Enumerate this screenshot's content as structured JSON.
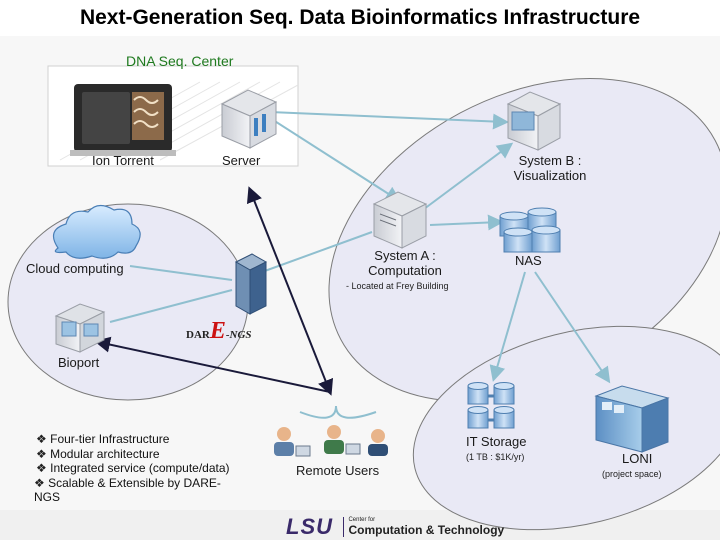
{
  "title": "Next-Generation Seq. Data Bioinformatics Infrastructure",
  "labels": {
    "dna_center": "DNA Seq. Center",
    "ion_torrent": "Ion Torrent",
    "server": "Server",
    "system_b_line1": "System B :",
    "system_b_line2": "Visualization",
    "cloud": "Cloud computing",
    "system_a_line1": "System A :",
    "system_a_line2": "Computation",
    "system_a_note": "- Located at Frey Building",
    "nas": "NAS",
    "bioport": "Bioport",
    "remote_users": "Remote Users",
    "it_storage": "IT Storage",
    "it_storage_note": "(1 TB : $1K/yr)",
    "loni": "LONI",
    "loni_note": "(project space)"
  },
  "bullets": [
    "Four-tier Infrastructure",
    "Modular architecture",
    "Integrated service (compute/data)",
    "Scalable & Extensible by DARE-NGS"
  ],
  "bullet_glyph": "❖",
  "dare_logo": {
    "dar": "DAR",
    "e": "E",
    "ngs": "-NGS"
  },
  "footer_logo": {
    "lsu": "LSU",
    "line1": "Center for",
    "line2": "Computation & Technology"
  },
  "colors": {
    "ellipse_fill": "#e9e9f5",
    "ellipse_stroke": "#7a7a7a",
    "arrow": "#8fbfcf",
    "green": "#1f7a1f",
    "dare_red": "#cc1111",
    "lsu_purple": "#3a2a6a"
  }
}
